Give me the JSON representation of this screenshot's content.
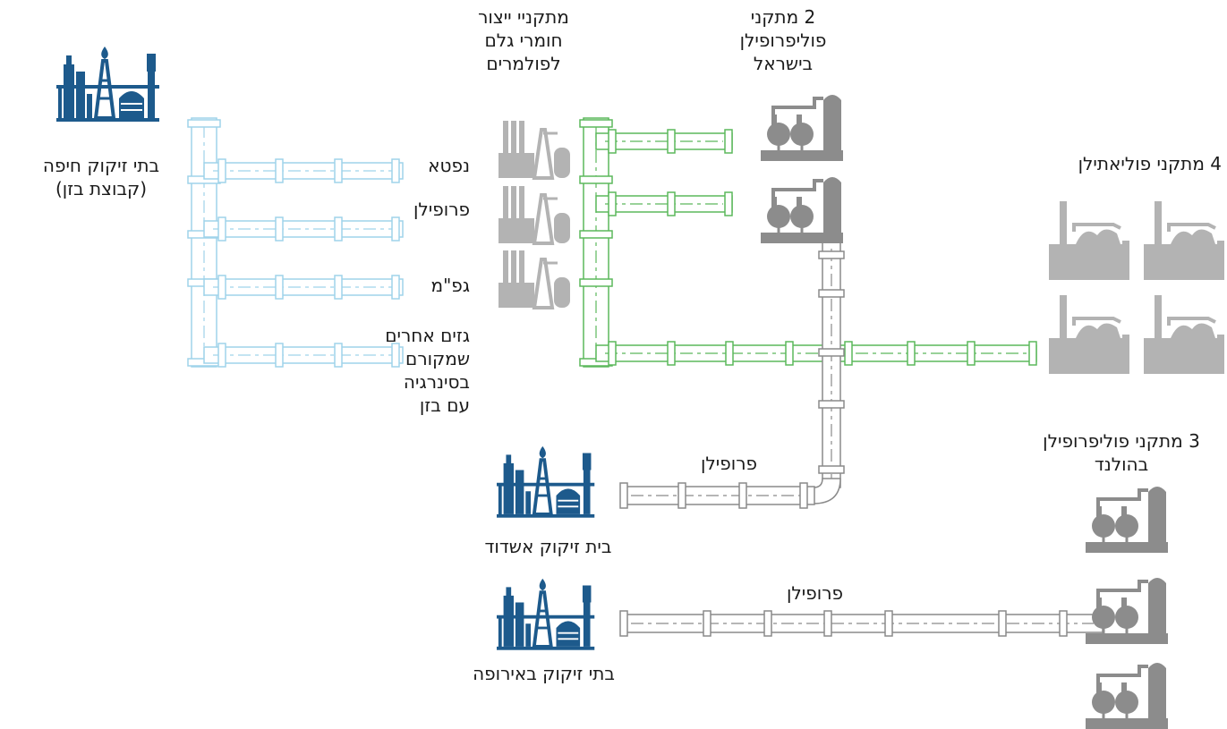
{
  "colors": {
    "refinery": "#1d5a8c",
    "pipe_blue": "#9fd3ea",
    "pipe_green": "#5cb85c",
    "pipe_gray": "#8a8a8a",
    "plant_dark": "#8c8c8c",
    "plant_light": "#b3b3b3"
  },
  "icons": {
    "refinery": "refinery-icon",
    "monomer_plant": "factory-icon",
    "polypropylene_plant": "polypropylene-plant-icon",
    "polyethylene_plant": "polyethylene-plant-icon"
  },
  "labels": {
    "haifa_refineries": "בתי זיקוק חיפה",
    "bazan_group": "(קבוצת בזן)",
    "naphtha": "נפטא",
    "propylene_1": "פרופילן",
    "lpg": "גפ\"מ",
    "other_gases": [
      "גזים אחרים",
      "שמקורם",
      "בסינרגיה",
      "עם בזן"
    ],
    "monomer_plants": [
      "מתקניי ייצור",
      "חומרי גלם",
      "לפולמרים"
    ],
    "pp_israel": [
      "2 מתקני",
      "פוליפרופילן",
      "בישראל"
    ],
    "pe_plants": "4 מתקני פוליאתילן",
    "pp_netherlands": [
      "3 מתקני פוליפרופילן",
      "בהולנד"
    ],
    "propylene_ashdod": "פרופילן",
    "ashdod_refinery": "בית זיקוק אשדוד",
    "propylene_europe": "פרופילן",
    "europe_refineries": "בתי זיקוק באירופה"
  }
}
